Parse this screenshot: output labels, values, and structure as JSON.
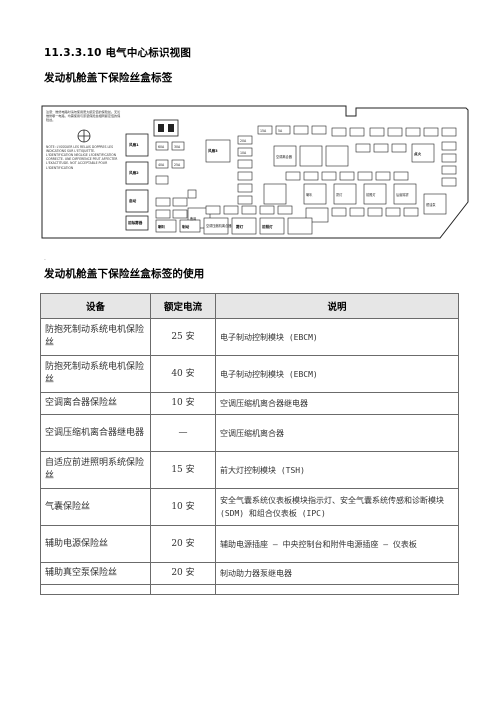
{
  "heading": "11.3.3.10 电气中心标识视图",
  "section_1_title": "发动机舱盖下保险丝盒标签",
  "section_2_title": "发动机舱盖下保险丝盒标签的使用",
  "stray_mark": ".",
  "diagram": {
    "note_cn": "注意：维修电路时请勿使用更大额定值的保险丝。无论维修哪一电路，均需使用与原装保险丝相同额定值的保险丝。",
    "note_en": "NOTE: L'ISSSUER LES RELAIS DOPPRES LES INDICATIONS SUR L'ETIQUETTE. L'IDENTIFICATION NEGLIGE L'IDENTIFICATION CORRECTE. UNE DIFFERENCE PEUT AFFECTER L'EXACTITUDE. NOT ACCEPTABLE POUR L'IDENTIFICATION",
    "left_relays": [
      "风扇1",
      "风扇2",
      "启动",
      "前除雾器",
      "辅助真空泵"
    ],
    "mid_relays": [
      "风扇3"
    ],
    "fuse_ratings": [
      "60A",
      "30A",
      "40A",
      "25A",
      "20A",
      "10A",
      "15A",
      "5A"
    ],
    "right_relays": [
      "空调离合器",
      "点火",
      "喇叭",
      "雾灯",
      "前照灯",
      "后窗除雾",
      "燃油泵"
    ],
    "bottom_relays": [
      "喇叭",
      "制动",
      "空调压缩机离合器",
      "雾灯",
      "前照灯"
    ],
    "spare_label": "备用"
  },
  "table": {
    "headers": [
      "设备",
      "额定电流",
      "说明"
    ],
    "rows": [
      {
        "device": "防抱死制动系统电机保险丝",
        "rating": "25 安",
        "desc": "电子制动控制模块 (EBCM)"
      },
      {
        "device": "防抱死制动系统电机保险丝",
        "rating": "40 安",
        "desc": "电子制动控制模块 (EBCM)"
      },
      {
        "device": "空调离合器保险丝",
        "rating": "10 安",
        "desc": "空调压缩机离合器继电器"
      },
      {
        "device": "空调压缩机离合器继电器",
        "rating": "—",
        "desc": "空调压缩机离合器"
      },
      {
        "device": "自适应前进照明系统保险丝",
        "rating": "15 安",
        "desc": "前大灯控制模块 (TSH)"
      },
      {
        "device": "气囊保险丝",
        "rating": "10 安",
        "desc": "安全气囊系统仪表板模块指示灯、安全气囊系统传感和诊断模块 (SDM) 和组合仪表板 (IPC)"
      },
      {
        "device": "辅助电源保险丝",
        "rating": "20 安",
        "desc": "辅助电源插座 – 中央控制台和附件电源插座 – 仪表板"
      },
      {
        "device": "辅助真空泵保险丝",
        "rating": "20 安",
        "desc": "制动助力器泵继电器"
      },
      {
        "device": "",
        "rating": "",
        "desc": ""
      }
    ]
  }
}
